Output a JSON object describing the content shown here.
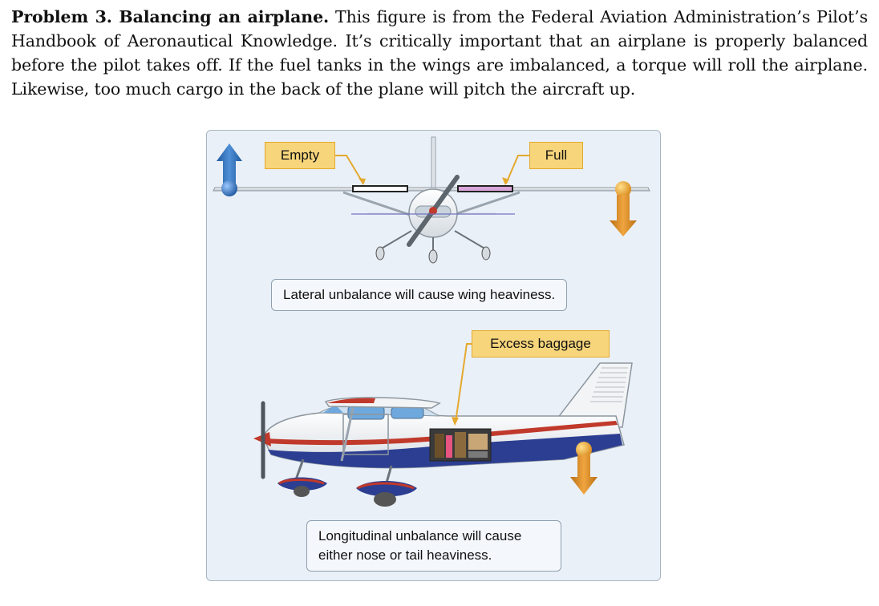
{
  "problem": {
    "heading": "Problem 3. Balancing an airplane.",
    "text": " This figure is from the Federal Aviation Administration’s Pilot’s Handbook of Aeronautical Knowledge. It’s critically important that an airplane is properly balanced before the pilot takes off. If the fuel tanks in the wings are imbalanced, a torque will roll the airplane. Likewise, too much cargo in the back of the plane will pitch the aircraft up."
  },
  "figure": {
    "labels": {
      "empty": "Empty",
      "full": "Full",
      "excess_baggage": "Excess baggage"
    },
    "captions": {
      "lateral": "Lateral unbalance will cause wing heaviness.",
      "longitudinal_line1": "Longitudinal unbalance will cause",
      "longitudinal_line2": "either nose or tail heaviness."
    },
    "colors": {
      "arrow_up": "#2f6fb5",
      "arrow_down": "#d8891c",
      "tag_fill": "#f7d57b",
      "tag_border": "#e4a92f",
      "stripe_red": "#c0392b",
      "fuselage_blue": "#2c3e91",
      "full_tank": "#d9a6d9"
    }
  }
}
